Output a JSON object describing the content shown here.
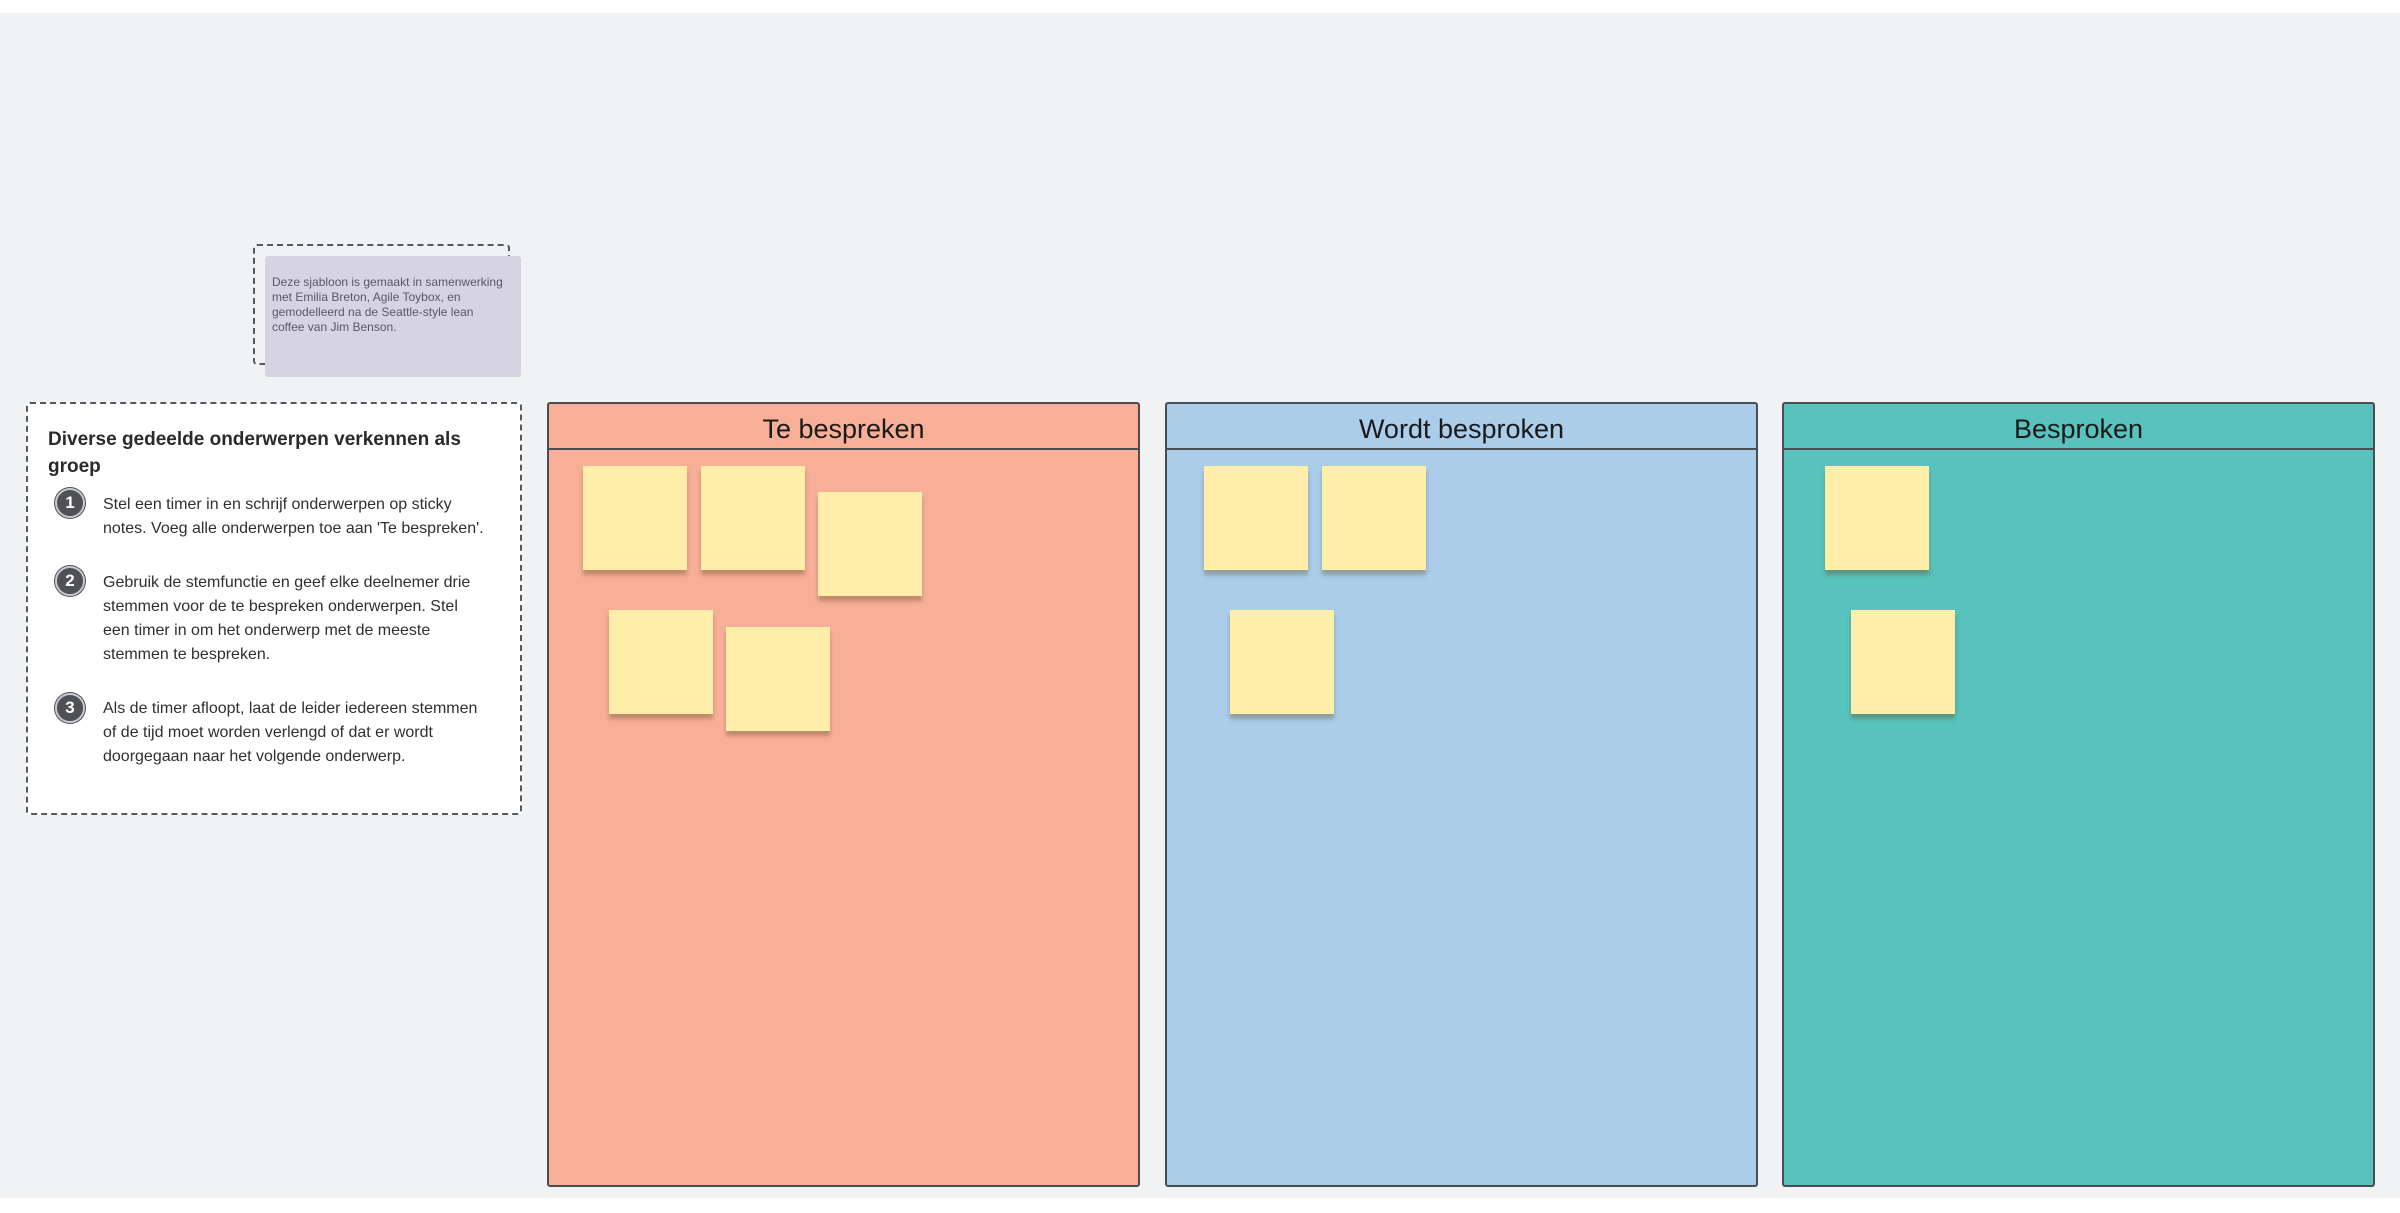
{
  "attribution": {
    "text": "Deze sjabloon is gemaakt in samenwerking met Emilia Breton, Agile Toybox, en gemodelleerd na de Seattle-style lean coffee van Jim Benson."
  },
  "instructions": {
    "title": "Diverse gedeelde onderwerpen verkennen als groep",
    "steps": [
      {
        "number": "1",
        "text": "Stel een timer in en schrijf onderwerpen op sticky notes. Voeg alle onderwerpen toe aan 'Te bespreken'."
      },
      {
        "number": "2",
        "text": "Gebruik de stemfunctie en geef elke deelnemer drie stemmen voor de te bespreken onderwerpen. Stel een timer in om het onderwerp met de meeste stemmen te bespreken."
      },
      {
        "number": "3",
        "text": "Als de timer afloopt, laat de leider iedereen stemmen of de tijd moet worden verlengd of dat er wordt doorgegaan naar het volgende onderwerp."
      }
    ]
  },
  "columns": [
    {
      "title": "Te bespreken",
      "color": "#f8af97",
      "sticky_count": 5
    },
    {
      "title": "Wordt besproken",
      "color": "#abcde9",
      "sticky_count": 3
    },
    {
      "title": "Besproken",
      "color": "#58c2bd",
      "sticky_count": 2
    }
  ],
  "colors": {
    "canvas": "#f1f2f4",
    "sticky_note": "#feeeaa",
    "attribution_note": "#d6d4e3"
  }
}
